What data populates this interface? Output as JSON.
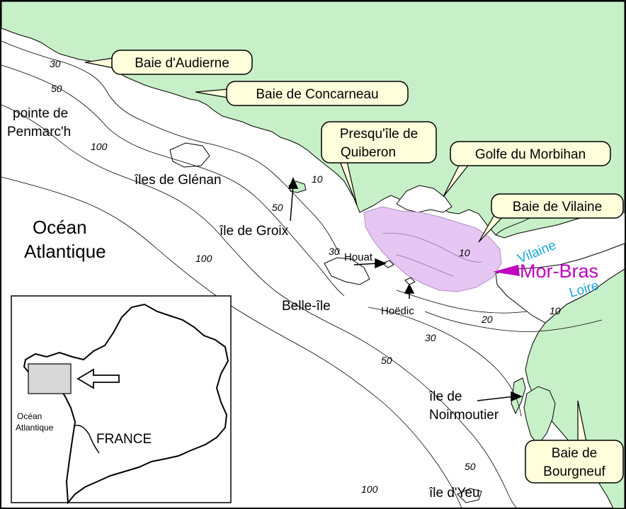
{
  "callouts": {
    "audierne": "Baie d'Audierne",
    "concarneau": "Baie de Concarneau",
    "quiberon_1": "Presqu'île de",
    "quiberon_2": "Quiberon",
    "morbihan": "Golfe du Morbihan",
    "vilaine_bay": "Baie de Vilaine",
    "bourgneuf_1": "Baie de",
    "bourgneuf_2": "Bourgneuf"
  },
  "places": {
    "penmarch_1": "pointe de",
    "penmarch_2": "Penmarc'h",
    "glenan": "îles de Glénan",
    "groix": "île de Groix",
    "belle_ile": "Belle-île",
    "houat": "Houat",
    "hoedic": "Hoëdic",
    "noirmoutier_1": "île de",
    "noirmoutier_2": "Noirmoutier",
    "yeu": "île d'Yeu",
    "ocean_1": "Océan",
    "ocean_2": "Atlantique"
  },
  "rivers": {
    "vilaine": "Vilaine",
    "loire": "Loire"
  },
  "highlight": {
    "label": "Mor-Bras",
    "color": "#c000c0",
    "fill": "#e6c6f2"
  },
  "depths": [
    "30",
    "50",
    "100",
    "10",
    "50",
    "100",
    "30",
    "10",
    "20",
    "30",
    "50",
    "10",
    "50",
    "100"
  ],
  "inset": {
    "ocean_1": "Océan",
    "ocean_2": "Atlantique",
    "country": "FRANCE"
  },
  "colors": {
    "land": "#c8f0c8",
    "label_bg": "#ffffdc",
    "sea": "#ffffff"
  }
}
